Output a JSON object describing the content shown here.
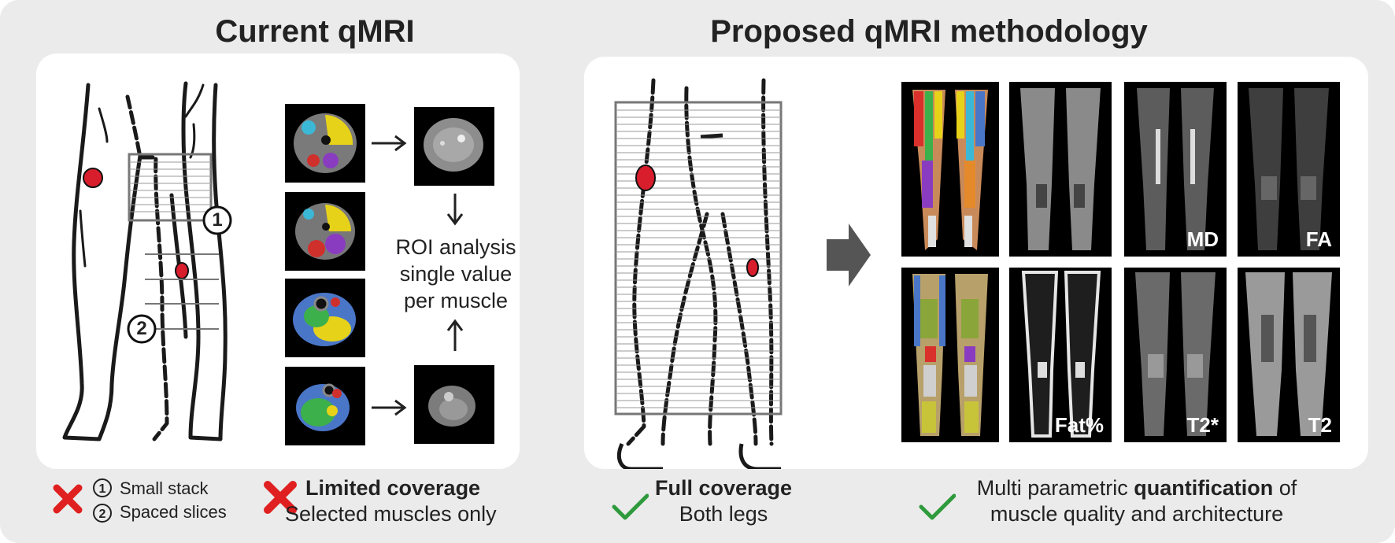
{
  "left": {
    "title": "Current qMRI",
    "roi_lines": [
      "ROI analysis",
      "single value",
      "per muscle"
    ],
    "marker_1": "1",
    "marker_2": "2"
  },
  "right": {
    "title": "Proposed qMRI methodology",
    "tiles": [
      {
        "label": ""
      },
      {
        "label": ""
      },
      {
        "label": "MD"
      },
      {
        "label": "FA"
      },
      {
        "label": ""
      },
      {
        "label": "Fat%"
      },
      {
        "label": "T2*"
      },
      {
        "label": "T2"
      }
    ]
  },
  "footer": {
    "item1": {
      "line1": "Small stack",
      "line2": "Spaced slices"
    },
    "item2": {
      "bold": "Limited coverage",
      "normal": "Selected muscles only"
    },
    "item3": {
      "bold": "Full coverage",
      "normal": "Both legs"
    },
    "item4": {
      "pre": "Multi parametric ",
      "bold": "quantification",
      "post": " of",
      "line2": "muscle quality and architecture"
    }
  },
  "colors": {
    "background": "#ebebeb",
    "panel": "#ffffff",
    "cross": "#e02020",
    "check": "#2e9a3c",
    "arrow": "#555555",
    "lesion": "#d81e2c"
  }
}
